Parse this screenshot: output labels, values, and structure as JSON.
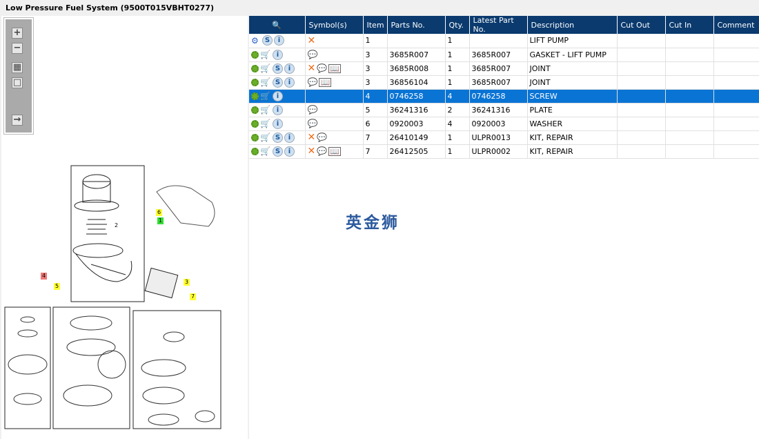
{
  "title": "Low Pressure Fuel System (9500T015VBHT0277)",
  "toolbar": [
    {
      "icon": "zoom-in-icon",
      "glyph": "+"
    },
    {
      "icon": "zoom-out-icon",
      "glyph": "−"
    },
    {
      "icon": "fit-all-icon",
      "glyph": "▦"
    },
    {
      "icon": "fit-window-icon",
      "glyph": "□"
    },
    {
      "icon": "export-list-icon",
      "glyph": "→"
    }
  ],
  "callouts": [
    {
      "label": "6",
      "color": "#ffff33"
    },
    {
      "label": "1",
      "color": "#33dd33"
    },
    {
      "label": "2",
      "color": ""
    },
    {
      "label": "4",
      "color": "#ee7777"
    },
    {
      "label": "5",
      "color": "#ffff33"
    },
    {
      "label": "3",
      "color": "#ffff33"
    },
    {
      "label": "7",
      "color": "#ffff33"
    }
  ],
  "watermark": "英金狮",
  "columns": [
    "",
    "Symbol(s)",
    "Item",
    "Parts No.",
    "Qty.",
    "Latest Part No.",
    "Description",
    "Cut Out",
    "Cut In",
    "Comment"
  ],
  "rows": [
    {
      "icons": [
        "gears",
        "s",
        "i"
      ],
      "symbols": [
        "x"
      ],
      "item": "1",
      "part": "",
      "qty": "1",
      "latest": "",
      "desc": "LIFT PUMP",
      "cut_out": "",
      "cut_in": "",
      "comment": ""
    },
    {
      "icons": [
        "gear",
        "cart",
        "i"
      ],
      "symbols": [
        "bubble"
      ],
      "item": "3",
      "part": "3685R007",
      "qty": "1",
      "latest": "3685R007",
      "desc": "GASKET - LIFT PUMP",
      "cut_out": "",
      "cut_in": "",
      "comment": ""
    },
    {
      "icons": [
        "gear",
        "cart",
        "s",
        "i"
      ],
      "symbols": [
        "x",
        "bubble",
        "book"
      ],
      "item": "3",
      "part": "3685R008",
      "qty": "1",
      "latest": "3685R007",
      "desc": "JOINT",
      "cut_out": "",
      "cut_in": "",
      "comment": ""
    },
    {
      "icons": [
        "gear",
        "cart",
        "s",
        "i"
      ],
      "symbols": [
        "bubble",
        "book"
      ],
      "item": "3",
      "part": "36856104",
      "qty": "1",
      "latest": "3685R007",
      "desc": "JOINT",
      "cut_out": "",
      "cut_in": "",
      "comment": ""
    },
    {
      "icons": [
        "gear",
        "cart",
        "i"
      ],
      "symbols": [],
      "item": "4",
      "part": "0746258",
      "qty": "4",
      "latest": "0746258",
      "desc": "SCREW",
      "cut_out": "",
      "cut_in": "",
      "comment": "",
      "selected": true
    },
    {
      "icons": [
        "gear",
        "cart",
        "i"
      ],
      "symbols": [
        "bubble"
      ],
      "item": "5",
      "part": "36241316",
      "qty": "2",
      "latest": "36241316",
      "desc": "PLATE",
      "cut_out": "",
      "cut_in": "",
      "comment": ""
    },
    {
      "icons": [
        "gear",
        "cart",
        "i"
      ],
      "symbols": [
        "bubble"
      ],
      "item": "6",
      "part": "0920003",
      "qty": "4",
      "latest": "0920003",
      "desc": "WASHER",
      "cut_out": "",
      "cut_in": "",
      "comment": ""
    },
    {
      "icons": [
        "gear",
        "cart",
        "s",
        "i"
      ],
      "symbols": [
        "x",
        "bubble"
      ],
      "item": "7",
      "part": "26410149",
      "qty": "1",
      "latest": "ULPR0013",
      "desc": "KIT, REPAIR",
      "cut_out": "",
      "cut_in": "",
      "comment": ""
    },
    {
      "icons": [
        "gear",
        "cart",
        "s",
        "i"
      ],
      "symbols": [
        "x",
        "bubble",
        "book"
      ],
      "item": "7",
      "part": "26412505",
      "qty": "1",
      "latest": "ULPR0002",
      "desc": "KIT, REPAIR",
      "cut_out": "",
      "cut_in": "",
      "comment": ""
    }
  ]
}
